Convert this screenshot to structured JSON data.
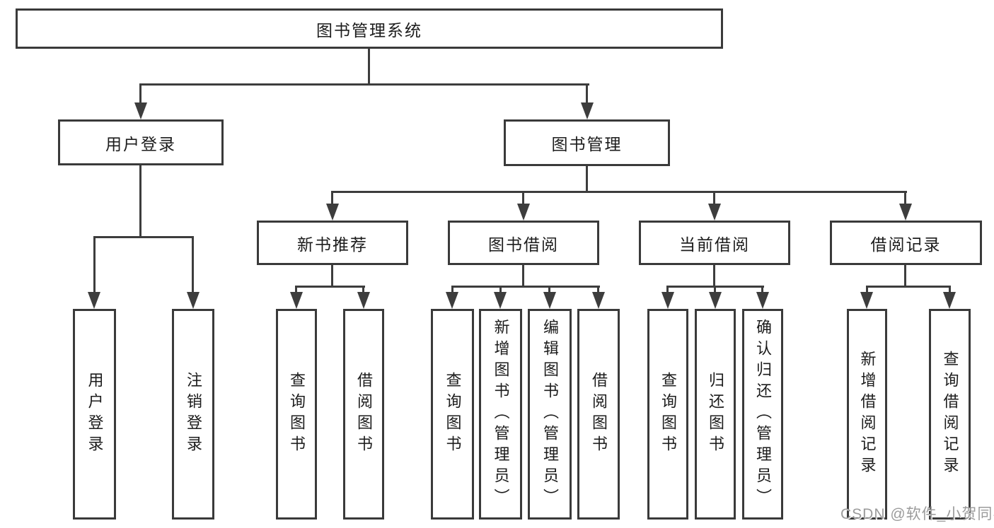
{
  "diagram": {
    "title": "图书管理系统",
    "branches": [
      {
        "label": "用户登录",
        "children": [
          "用户登录",
          "注销登录"
        ]
      },
      {
        "label": "图书管理",
        "groups": [
          {
            "label": "新书推荐",
            "children": [
              "查询图书",
              "借阅图书"
            ]
          },
          {
            "label": "图书借阅",
            "children": [
              "查询图书",
              "新增图书（管理员）",
              "编辑图书（管理员）",
              "借阅图书"
            ]
          },
          {
            "label": "当前借阅",
            "children": [
              "查询图书",
              "归还图书",
              "确认归还（管理员）"
            ]
          },
          {
            "label": "借阅记录",
            "children": [
              "新增借阅记录",
              "查询借阅记录"
            ]
          }
        ]
      }
    ]
  },
  "watermark": "CSDN @软件_小贺同学",
  "colors": {
    "background": "#ffffff",
    "line": "#3d3d3d",
    "box_border": "#3a3a3a",
    "text": "#1c1c1c",
    "watermark": "#9b9b9b"
  }
}
